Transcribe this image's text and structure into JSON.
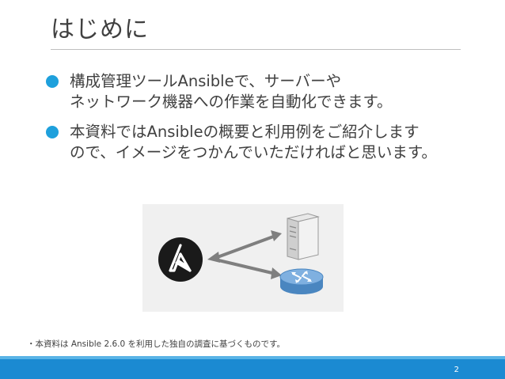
{
  "slide": {
    "title": "はじめに",
    "bullets": [
      {
        "lines": [
          "構成管理ツールAnsibleで、サーバーや",
          "ネットワーク機器への作業を自動化できます。"
        ]
      },
      {
        "lines": [
          "本資料ではAnsibleの概要と利用例をご紹介します",
          "ので、イメージをつかんでいただければと思います。"
        ]
      }
    ],
    "footnote": "・本資料は Ansible 2.6.0 を利用した独自の調査に基づくものです。",
    "page_number": "2"
  },
  "colors": {
    "bullet": "#1ea0dc",
    "footer_bar": "#1b8ad2",
    "ansible_logo": "#1a1a1a",
    "router": "#5b9bd5",
    "arrow": "#7f7f7f"
  },
  "figure": {
    "icons": [
      "ansible-logo-icon",
      "server-icon",
      "router-icon",
      "double-arrow-icon"
    ]
  }
}
